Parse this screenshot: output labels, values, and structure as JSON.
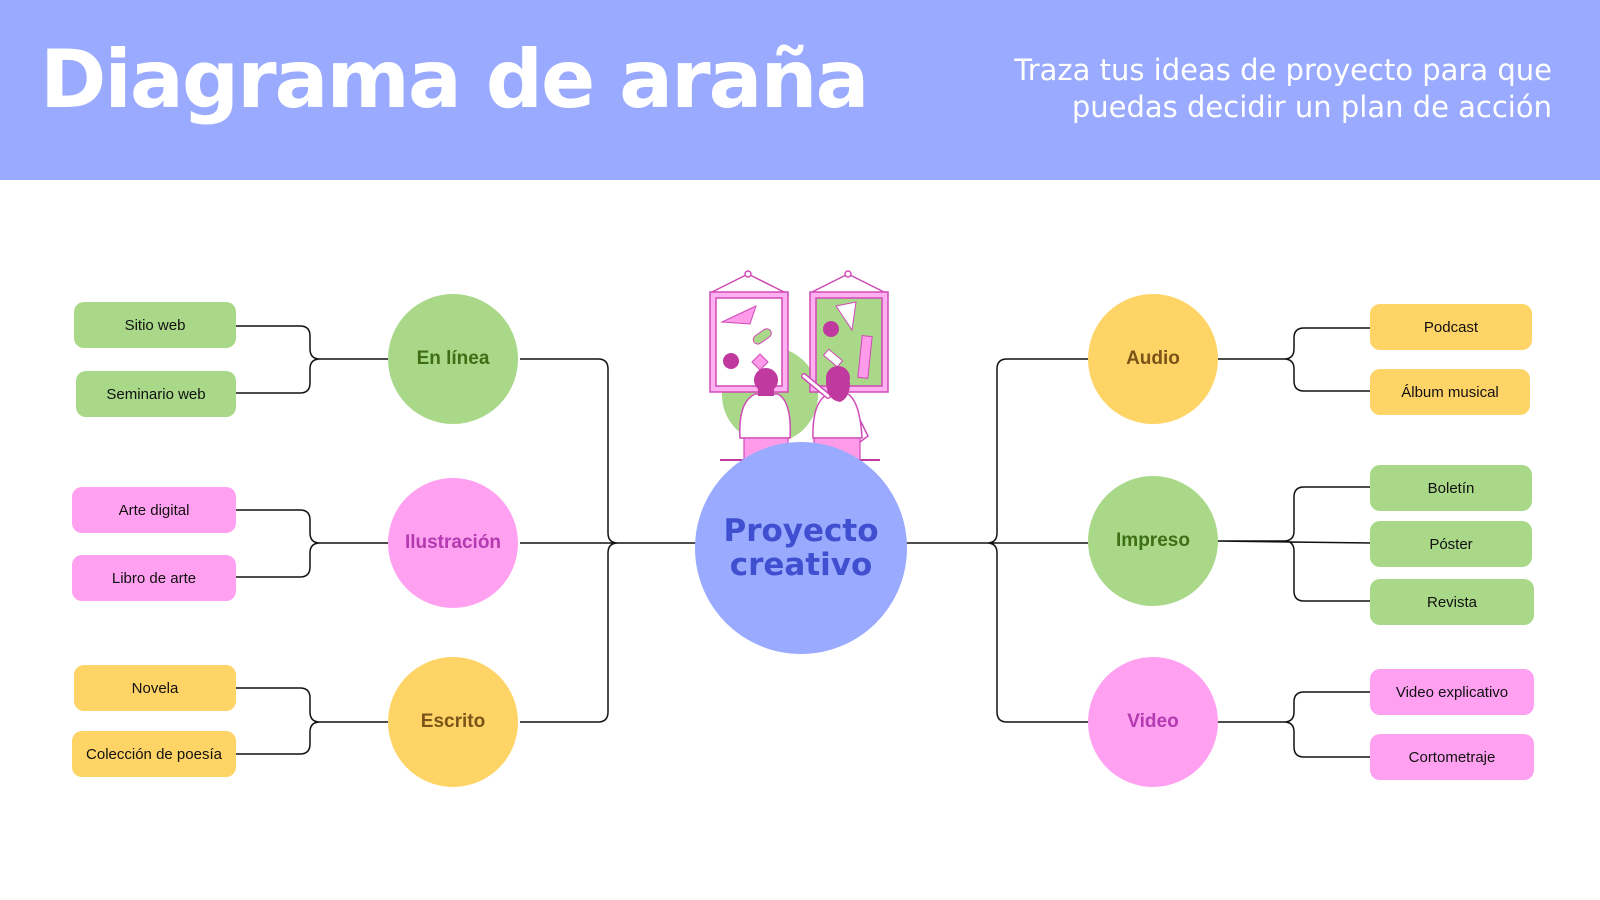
{
  "header": {
    "title": "Diagrama de araña",
    "subtitle": "Traza tus ideas de proyecto para que puedas decidir un plan de acción"
  },
  "center": {
    "line1": "Proyecto",
    "line2": "creativo"
  },
  "categories": {
    "en_linea": {
      "label": "En línea",
      "items": [
        "Sitio web",
        "Seminario web"
      ]
    },
    "ilustracion": {
      "label": "Ilustración",
      "items": [
        "Arte digital",
        "Libro de arte"
      ]
    },
    "escrito": {
      "label": "Escrito",
      "items": [
        "Novela",
        "Colección de poesía"
      ]
    },
    "audio": {
      "label": "Audio",
      "items": [
        "Podcast",
        "Álbum musical"
      ]
    },
    "impreso": {
      "label": "Impreso",
      "items": [
        "Boletín",
        "Póster",
        "Revista"
      ]
    },
    "video": {
      "label": "Video",
      "items": [
        "Video explicativo",
        "Cortometraje"
      ]
    }
  },
  "colors": {
    "header": "#99aaff",
    "center": "#99aaff",
    "green": "#a8d888",
    "pink": "#ffa0f0",
    "yellow": "#ffd466",
    "line": "#111111"
  },
  "illustration": "two-people-looking-at-framed-artworks"
}
